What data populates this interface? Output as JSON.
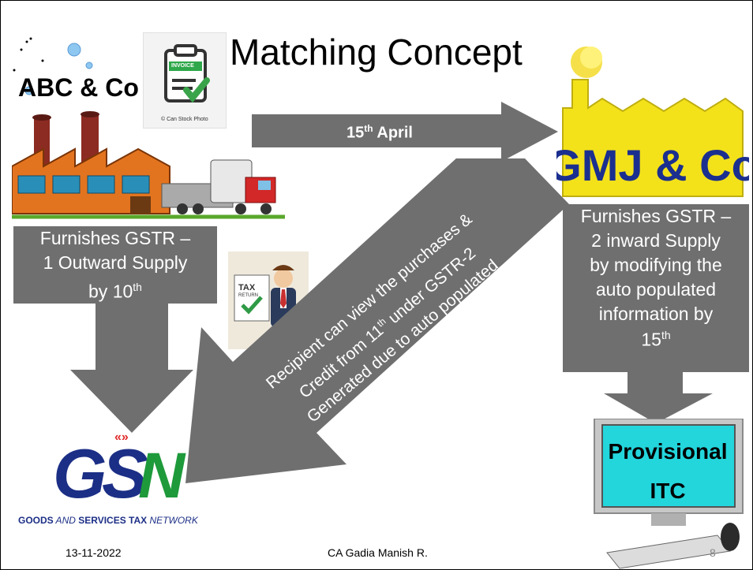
{
  "slide": {
    "title": "Matching Concept",
    "supplier_name": "ABC & Co",
    "recipient_name": "GMJ & Co",
    "date_arrow_label": "15",
    "date_arrow_sup": "th",
    "date_arrow_rest": " April",
    "left_box_lines": [
      "Furnishes GSTR –",
      "1 Outward Supply",
      "by 10"
    ],
    "left_box_sup": "th",
    "right_box_lines": [
      "Furnishes GSTR –",
      "2 inward Supply",
      "by modifying the",
      "auto populated",
      "information by",
      "15"
    ],
    "right_box_sup": "th",
    "diagonal_lines": [
      "Recipient can view the purchases &",
      "Credit from 11",
      " under GSTR-2",
      "Generated due to auto populated"
    ],
    "diagonal_sup": "th",
    "provisional_line1": "Provisional",
    "provisional_line2": "ITC",
    "invoice_tag": "INVOICE",
    "invoice_credit": "© Can Stock Photo",
    "tax_tag": "TAX",
    "tax_tag2": "RETURN",
    "gstn_caption_1": "GOODS",
    "gstn_caption_2": " AND ",
    "gstn_caption_3": "SERVICES TAX",
    "gstn_caption_4": " NETWORK",
    "footer_date": "13-11-2022",
    "footer_author": "CA Gadia Manish R.",
    "page_number": "8"
  },
  "colors": {
    "arrow_gray": "#6f6f6f",
    "gmj_yellow": "#f3e21a",
    "gmj_blue": "#1b2f8f",
    "monitor_screen": "#23d6dc",
    "gstn_blue": "#1c2f86",
    "gstn_green": "#1e9a3b",
    "gstn_red": "#e02a2a",
    "factory_orange": "#e3741f"
  }
}
